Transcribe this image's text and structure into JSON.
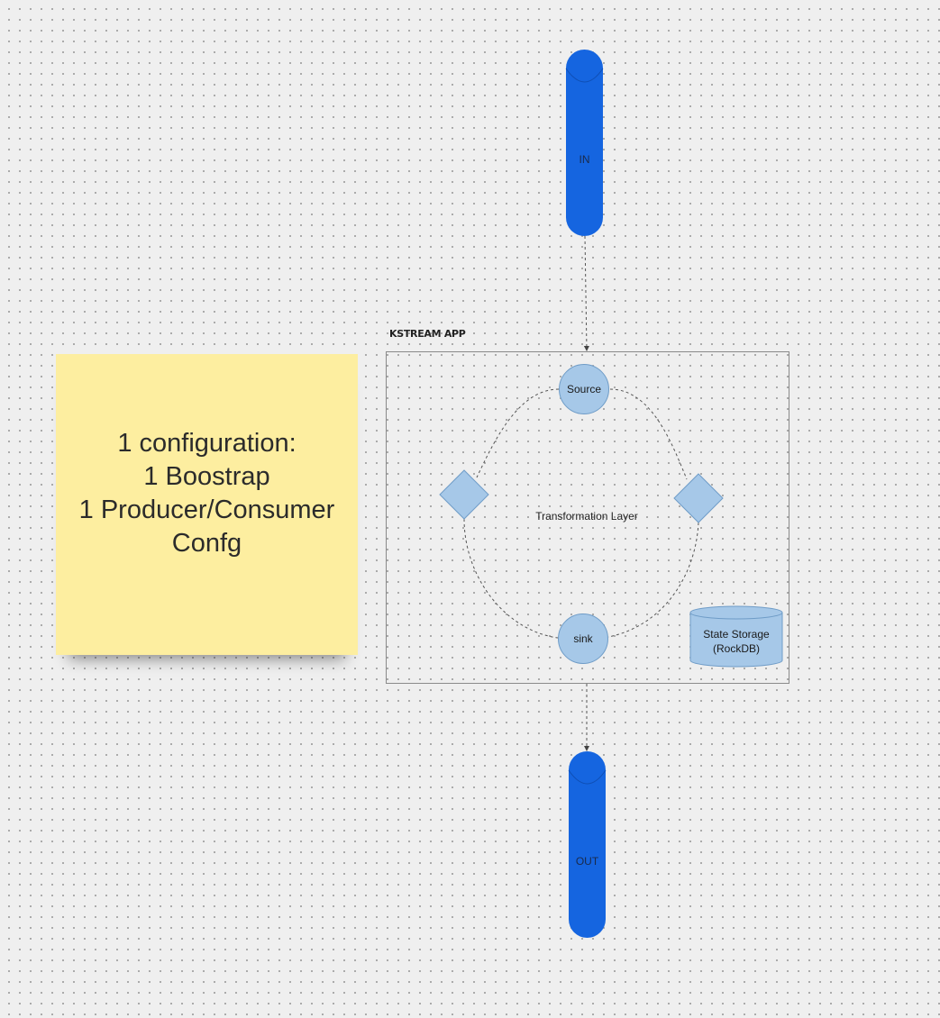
{
  "topics": {
    "input_label": "IN",
    "output_label": "OUT"
  },
  "app": {
    "title": "KSTREAM APP",
    "source_label": "Source",
    "sink_label": "sink",
    "transformation_label": "Transformation Layer",
    "storage_line1": "State Storage",
    "storage_line2": "(RockDB)"
  },
  "note": {
    "text": "1 configuration:\n1 Boostrap\n1 Producer/Consumer\nConfg"
  },
  "colors": {
    "topic_fill": "#1565e0",
    "node_fill": "#a6c8e8",
    "node_stroke": "#6f9cc7",
    "sticky_fill": "#fdeea0",
    "frame_stroke": "#8a8a8a"
  }
}
